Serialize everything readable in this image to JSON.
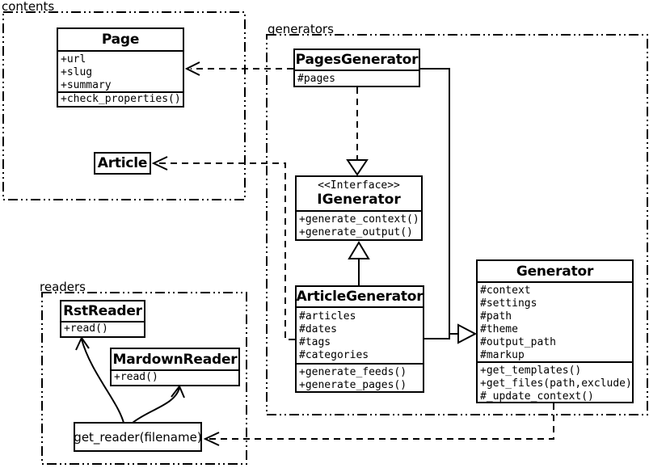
{
  "diagram": {
    "packages": {
      "contents": {
        "label": "contents"
      },
      "generators": {
        "label": "generators"
      },
      "readers": {
        "label": "readers"
      }
    },
    "classes": {
      "page": {
        "title": "Page",
        "attributes": [
          "+url",
          "+slug",
          "+summary"
        ],
        "methods": [
          "+check_properties()"
        ]
      },
      "article": {
        "title": "Article"
      },
      "pages_generator": {
        "title": "PagesGenerator",
        "attributes": [
          "#pages"
        ]
      },
      "igenerator": {
        "stereotype": "<<Interface>>",
        "title": "IGenerator",
        "methods": [
          "+generate_context()",
          "+generate_output()"
        ]
      },
      "article_generator": {
        "title": "ArticleGenerator",
        "attributes": [
          "#articles",
          "#dates",
          "#tags",
          "#categories"
        ],
        "methods": [
          "+generate_feeds()",
          "+generate_pages()"
        ]
      },
      "generator": {
        "title": "Generator",
        "attributes": [
          "#context",
          "#settings",
          "#path",
          "#theme",
          "#output_path",
          "#markup"
        ],
        "methods": [
          "+get_templates()",
          "+get_files(path,exclude)",
          "#_update_context()"
        ]
      },
      "rst_reader": {
        "title": "RstReader",
        "methods": [
          "+read()"
        ]
      },
      "mardown_reader": {
        "title": "MardownReader",
        "methods": [
          "+read()"
        ]
      },
      "get_reader": {
        "label": "get_reader(filename)"
      }
    },
    "relationships": [
      {
        "from": "PagesGenerator",
        "to": "Page",
        "type": "dependency"
      },
      {
        "from": "ArticleGenerator",
        "to": "Article",
        "type": "dependency"
      },
      {
        "from": "PagesGenerator",
        "to": "IGenerator",
        "type": "realization"
      },
      {
        "from": "ArticleGenerator",
        "to": "IGenerator",
        "type": "inheritance"
      },
      {
        "from": "PagesGenerator",
        "to": "Generator",
        "type": "inheritance"
      },
      {
        "from": "ArticleGenerator",
        "to": "Generator",
        "type": "inheritance"
      },
      {
        "from": "Generator",
        "to": "get_reader(filename)",
        "type": "dependency"
      },
      {
        "from": "get_reader(filename)",
        "to": "RstReader",
        "type": "association"
      },
      {
        "from": "get_reader(filename)",
        "to": "MardownReader",
        "type": "association"
      }
    ],
    "colors": {
      "ink": "#000000",
      "background": "#ffffff"
    }
  }
}
